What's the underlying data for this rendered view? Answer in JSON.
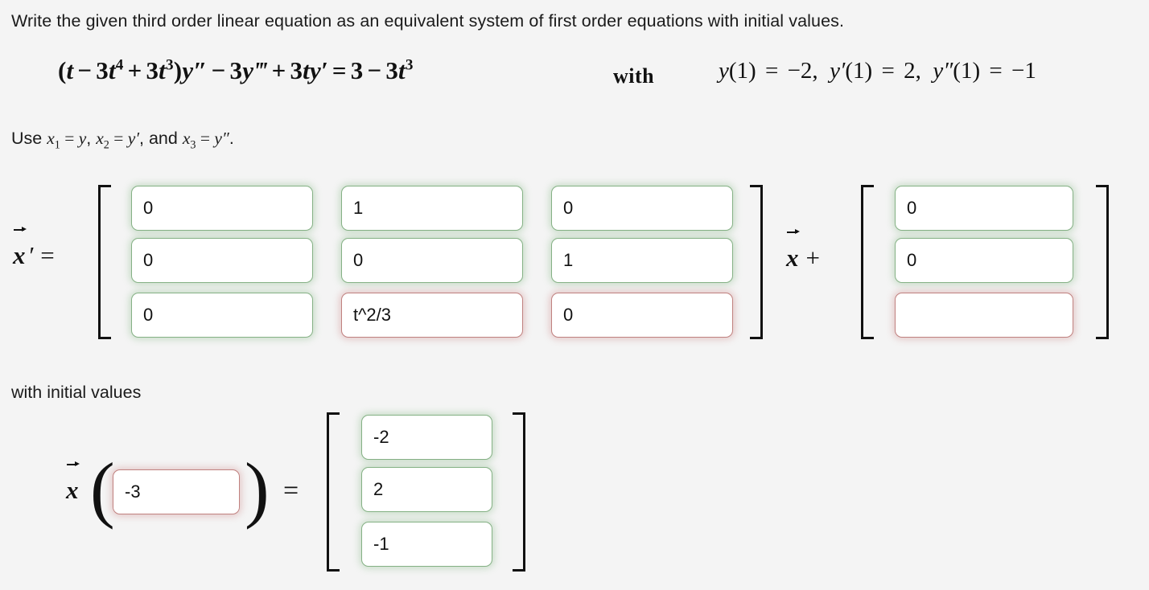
{
  "prompt": "Write the given third order linear equation as an equivalent system of first order equations with initial values.",
  "equation": {
    "lhs_paren_open": "(",
    "lhs_t": "t",
    "minus1": "−",
    "term_3t4_coef": "3",
    "term_3t4_var": "t",
    "term_3t4_exp": "4",
    "plus1": "+",
    "term_3t3_coef": "3",
    "term_3t3_var": "t",
    "term_3t3_exp": "3",
    "lhs_paren_close": ")",
    "ypp": "y″",
    "minus2": "−",
    "term_3yppp_coef": "3",
    "term_3yppp_var": "y‴",
    "plus2": "+",
    "term_3ty_coef": "3",
    "term_3ty_t": "t",
    "term_3ty_yp": "y′",
    "equals": "=",
    "rhs_3": "3",
    "minus3": "−",
    "rhs_3t3_coef": "3",
    "rhs_3t3_var": "t",
    "rhs_3t3_exp": "3",
    "with_word": "with",
    "initial_conditions": "y(1) = −2,  y′(1) = 2,  y″(1) = −1"
  },
  "use_line": {
    "prefix": "Use ",
    "x1": "x",
    "x1_sub": "1",
    "eq1": " = ",
    "y1": "y",
    "comma1": ", ",
    "x2": "x",
    "x2_sub": "2",
    "eq2": " = ",
    "y2": "y′",
    "comma2": ", and ",
    "x3": "x",
    "x3_sub": "3",
    "eq3": " = ",
    "y3": "y″",
    "period": "."
  },
  "system": {
    "lhs_label_x": "x",
    "lhs_label_prime": "′",
    "lhs_label_eq": "=",
    "mid_label_x": "x",
    "mid_label_plus": "+",
    "matrix": {
      "rows": [
        [
          {
            "value": "0",
            "state": "correct"
          },
          {
            "value": "1",
            "state": "correct"
          },
          {
            "value": "0",
            "state": "correct"
          }
        ],
        [
          {
            "value": "0",
            "state": "correct"
          },
          {
            "value": "0",
            "state": "correct"
          },
          {
            "value": "1",
            "state": "correct"
          }
        ],
        [
          {
            "value": "0",
            "state": "correct"
          },
          {
            "value": "t^2/3",
            "state": "incorrect"
          },
          {
            "value": "0",
            "state": "incorrect"
          }
        ]
      ]
    },
    "vector": {
      "cells": [
        {
          "value": "0",
          "state": "correct"
        },
        {
          "value": "0",
          "state": "correct"
        },
        {
          "value": "",
          "state": "incorrect"
        }
      ]
    }
  },
  "initial_values": {
    "label": "with initial values",
    "x_symbol": "x",
    "paren_open": "(",
    "paren_close": ")",
    "argument": {
      "value": "-3",
      "state": "incorrect"
    },
    "equals": "=",
    "result_vector": {
      "cells": [
        {
          "value": "-2",
          "state": "correct"
        },
        {
          "value": "2",
          "state": "correct"
        },
        {
          "value": "-1",
          "state": "correct"
        }
      ]
    }
  },
  "colors": {
    "background": "#f4f4f4",
    "text": "#1b1b1b",
    "correct_border": "#85b185",
    "correct_glow": "rgba(120,180,120,0.38)",
    "incorrect_border": "#c0817f",
    "incorrect_glow": "rgba(200,120,120,0.38)",
    "field_background": "#ffffff",
    "bracket": "#111111"
  }
}
